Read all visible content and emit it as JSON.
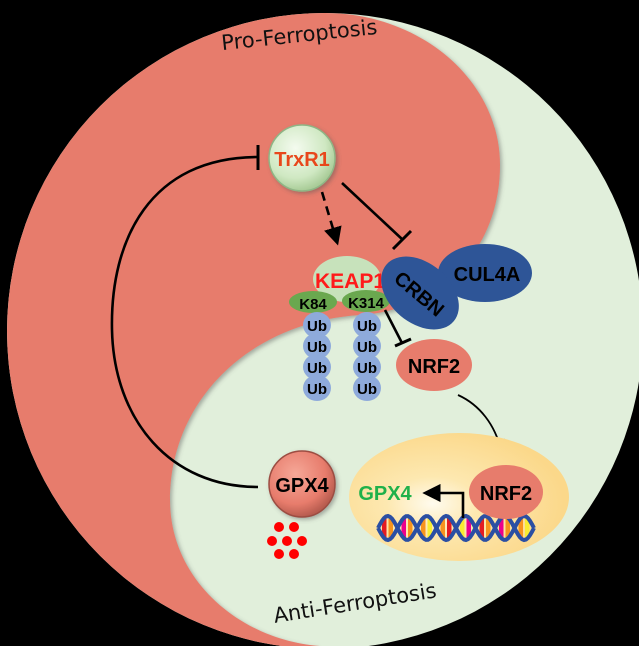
{
  "diagram": {
    "title_top": "Pro-Ferroptosis",
    "title_bottom": "Anti-Ferroptosis",
    "colors": {
      "background": "#000000",
      "pro_region": "#e77c6c",
      "anti_region": "#e1efdb",
      "nucleus": "#fbd98a",
      "dark_blue": "#2e5597",
      "ub_blue": "#8eaadb",
      "lysine_green": "#6aa84f",
      "keap_bubble": "#c7e2bb",
      "red_text": "#ff1a1a",
      "orange_text": "#e8471b",
      "lime_text": "#7ae34a",
      "green_text": "#1fb14a",
      "ros_red": "#ff0000"
    },
    "nodes": {
      "trxr1": "TrxR1",
      "keap1": "KEAP1",
      "k84": "K84",
      "k314": "K314",
      "crbn": "CRBN",
      "cul4a": "CUL4A",
      "nrf2_cyto": "NRF2",
      "nrf2_nucleus": "NRF2",
      "gpx4_protein": "GPX4",
      "gpx4_gene": "GPX4"
    },
    "ub_chains": {
      "k84": [
        "Ub",
        "Ub",
        "Ub",
        "Ub"
      ],
      "k314": [
        "Ub",
        "Ub",
        "Ub",
        "Ub"
      ]
    },
    "edges": [
      {
        "from": "TrxR1",
        "to": "KEAP1",
        "type": "dashed-activation"
      },
      {
        "from": "TrxR1",
        "to": "CRBN",
        "type": "inhibition"
      },
      {
        "from": "KEAP1",
        "to": "NRF2",
        "type": "inhibition"
      },
      {
        "from": "NRF2",
        "to": "Nucleus NRF2",
        "type": "translocation"
      },
      {
        "from": "NRF2 (DNA)",
        "to": "GPX4 gene",
        "type": "transcription"
      },
      {
        "from": "GPX4",
        "to": "TrxR1",
        "type": "inhibition-feedback"
      }
    ]
  }
}
